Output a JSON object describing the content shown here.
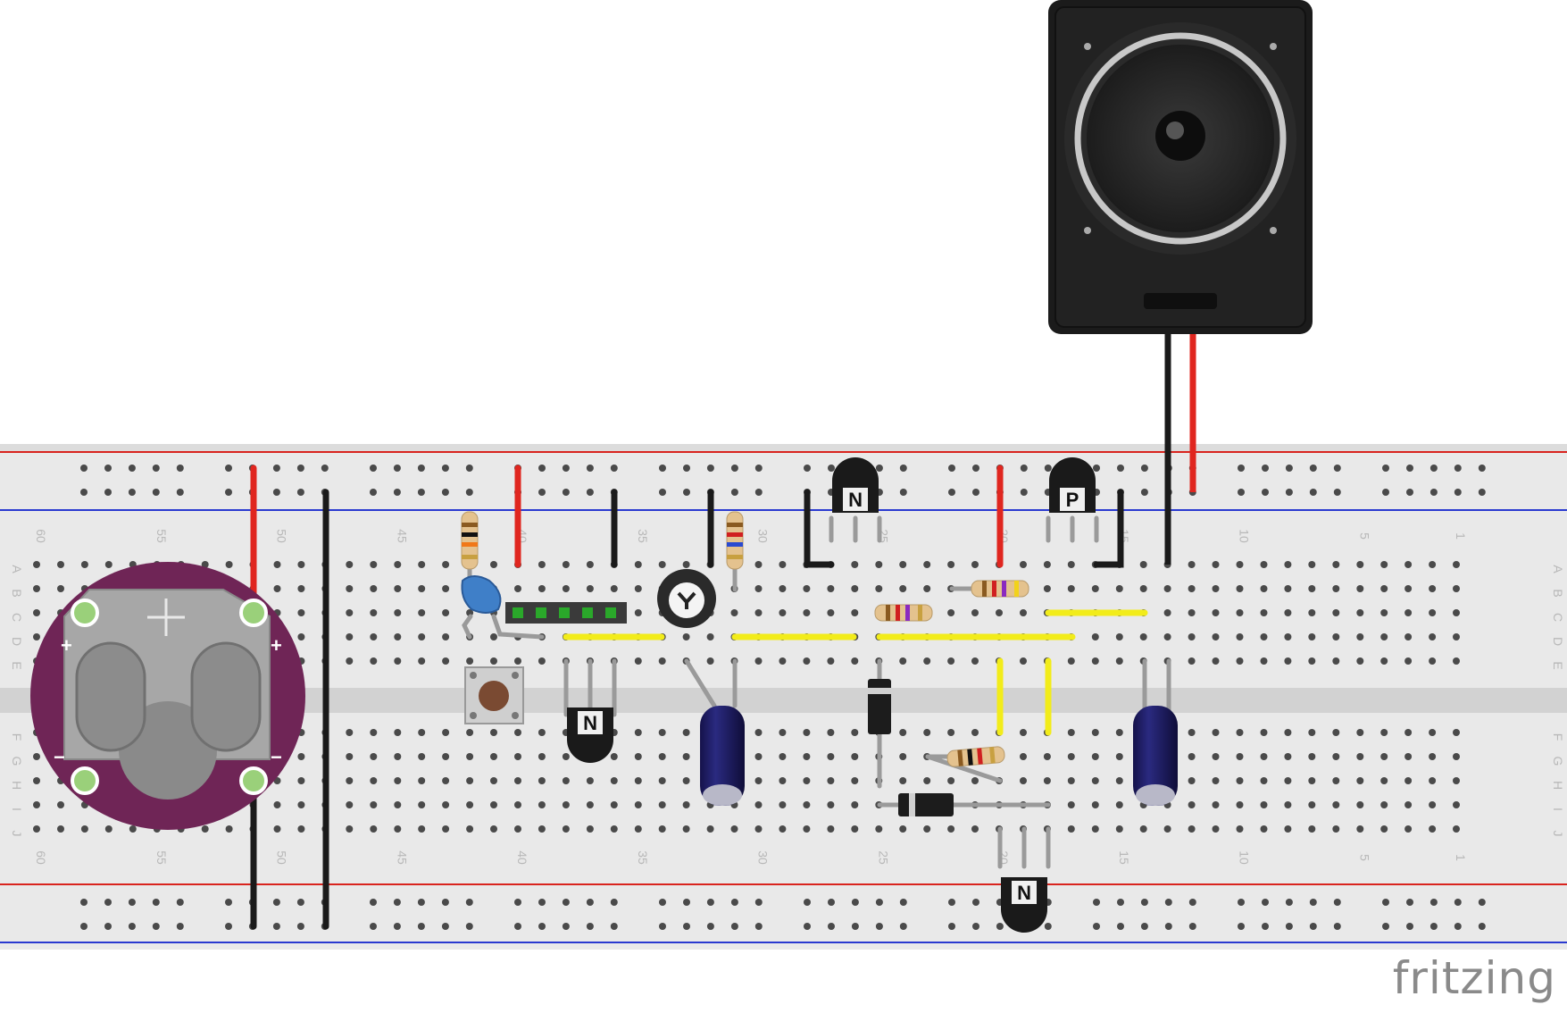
{
  "app": {
    "watermark": "fritzing"
  },
  "colors": {
    "board": "#e8e8e8",
    "board_dark": "#d4d4d4",
    "rail_red": "#d9241e",
    "rail_blue": "#2a3ad0",
    "hole": "#4a4a4a",
    "hole_used": "#54d04e",
    "wire_red": "#e0261f",
    "wire_black": "#1a1a1a",
    "wire_yellow": "#f2ec1a",
    "lead_gray": "#9a9a9a",
    "battery_pcb": "#6f2556",
    "speaker": "#1b1b1b"
  },
  "breadboard": {
    "column_numbers_top": [
      "60",
      "55",
      "50",
      "45",
      "40",
      "35",
      "30",
      "25",
      "20",
      "15",
      "10",
      "5",
      "1"
    ],
    "column_numbers_bottom": [
      "60",
      "55",
      "50",
      "45",
      "40",
      "35",
      "30",
      "25",
      "20",
      "15",
      "10",
      "5",
      "1"
    ],
    "row_letters_top": [
      "A",
      "B",
      "C",
      "D",
      "E"
    ],
    "row_letters_bottom": [
      "F",
      "G",
      "H",
      "I",
      "J"
    ]
  },
  "components": {
    "transistors": [
      {
        "id": "q1",
        "label": "N"
      },
      {
        "id": "q2",
        "label": "P"
      },
      {
        "id": "q3",
        "label": "N"
      },
      {
        "id": "q4",
        "label": "N"
      }
    ],
    "battery": {
      "plus_symbol": "+",
      "minus_symbol": "−"
    }
  }
}
